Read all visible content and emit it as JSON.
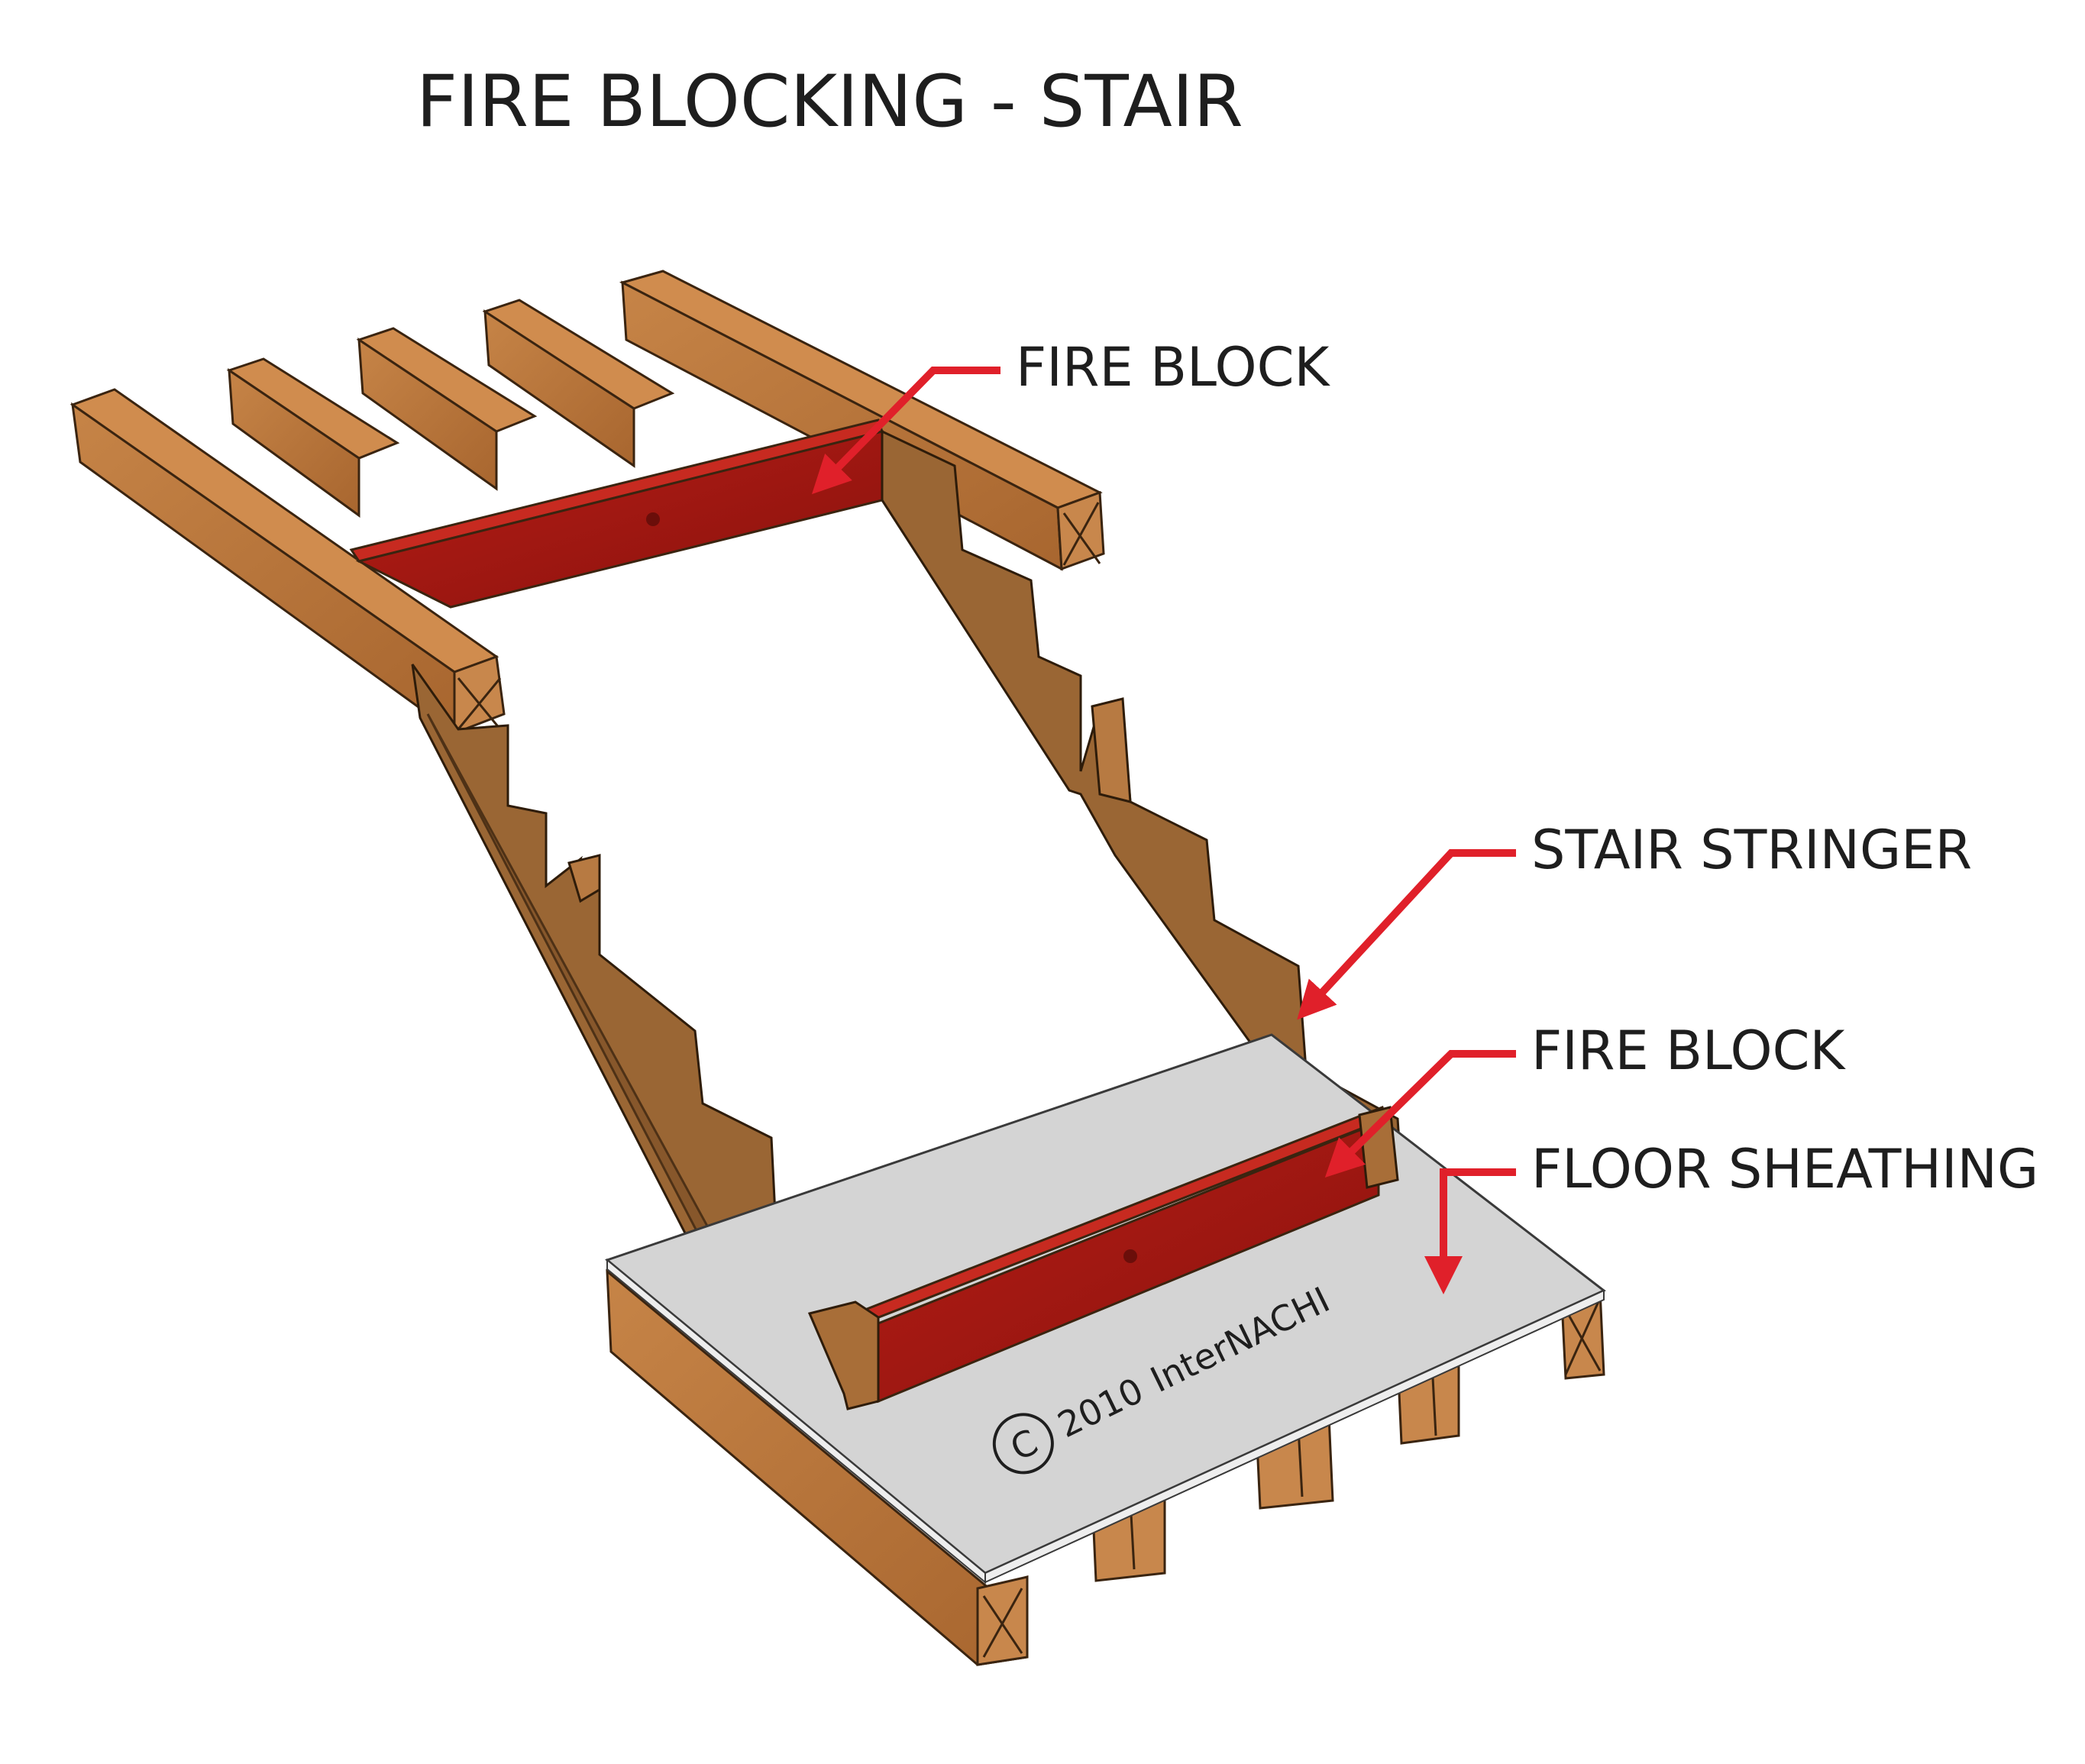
{
  "title": "FIRE BLOCKING - STAIR",
  "labels": {
    "fire_block_top": "FIRE BLOCK",
    "stair_stringer": "STAIR STRINGER",
    "fire_block_bottom": "FIRE BLOCK",
    "floor_sheathing": "FLOOR SHEATHING"
  },
  "copyright": {
    "year": "2010",
    "owner": "InterNACHI",
    "symbol": "C"
  },
  "colors": {
    "callout_arrow": "#e0202a",
    "fire_block": "#a3160f",
    "lumber": "#b5763d",
    "stringer": "#8b5a2b",
    "sheathing": "#d4d4d4"
  }
}
